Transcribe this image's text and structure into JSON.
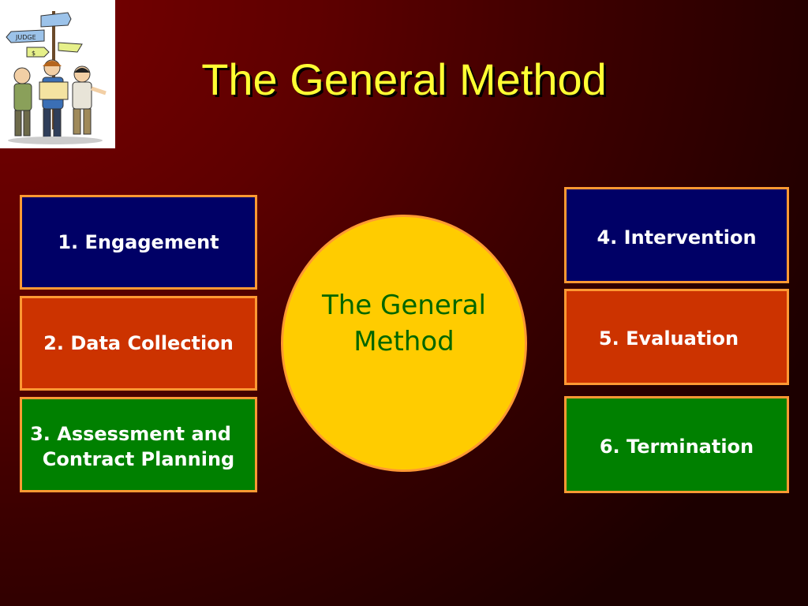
{
  "slide": {
    "title": "The General Method"
  },
  "steps_left": [
    {
      "line1": "1. Engagement",
      "line2": ""
    },
    {
      "line1": "2. Data Collection",
      "line2": ""
    },
    {
      "line1": "3. Assessment and",
      "line2": "Contract Planning"
    }
  ],
  "steps_right": [
    {
      "line1": "4. Intervention"
    },
    {
      "line1": "5. Evaluation"
    },
    {
      "line1": "6. Termination"
    }
  ],
  "center": {
    "line1": "The General",
    "line2": "Method"
  },
  "clipart": {
    "icon": "people-at-signpost-icon",
    "sign_1": "JUDGE",
    "sign_2": "$"
  },
  "colors": {
    "title": "#ffff33",
    "box_border": "#ff9933",
    "navy": "#000066",
    "rust": "#cc3300",
    "green": "#008000",
    "circle_fill": "#ffcc00",
    "circle_text": "#006600"
  }
}
